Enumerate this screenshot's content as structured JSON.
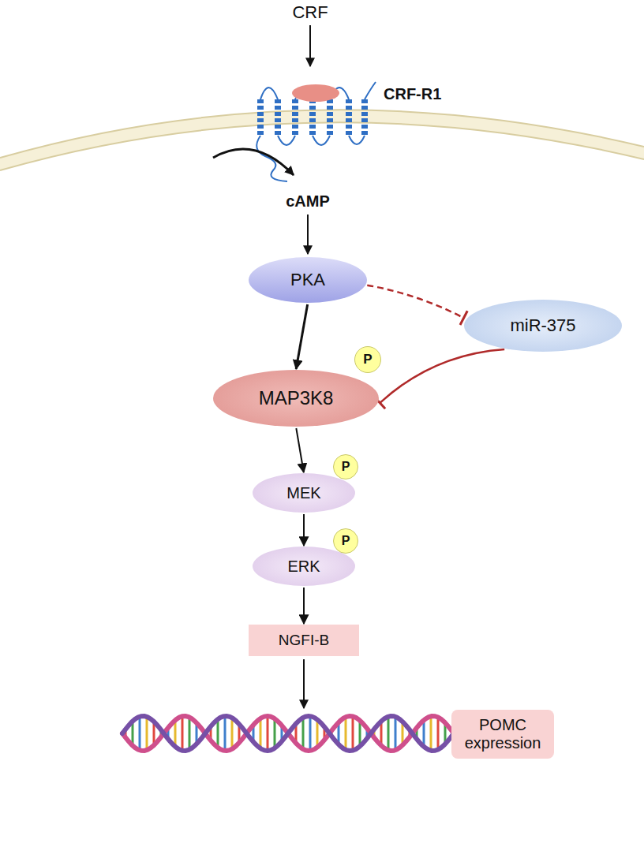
{
  "diagram": {
    "nodes": [
      {
        "text": [
          "PKA"
        ]
      },
      {
        "text": [
          "miR-375"
        ]
      },
      {
        "text": [
          "MAP3K8"
        ]
      },
      {
        "text": [
          "P"
        ]
      },
      {
        "text": [
          "MEK"
        ]
      },
      {
        "text": [
          "P"
        ]
      },
      {
        "text": [
          "ERK"
        ]
      },
      {
        "text": [
          "P"
        ]
      },
      {
        "text": [
          "NGFI-B"
        ]
      },
      {
        "text": [
          "POMC expression"
        ]
      }
    ],
    "edges": [
      {
        "from": 0,
        "to": 2,
        "arrow": "to"
      },
      {
        "from": 0,
        "to": 1,
        "arrow": "to"
      },
      {
        "from": 1,
        "to": 2,
        "arrow": "to"
      },
      {
        "from": 2,
        "to": 4,
        "arrow": "to"
      },
      {
        "from": 4,
        "to": 6,
        "arrow": "to"
      },
      {
        "from": 6,
        "to": 8,
        "arrow": "to"
      }
    ],
    "labels": [
      "CRF",
      "CRF-R1",
      "cAMP"
    ]
  }
}
